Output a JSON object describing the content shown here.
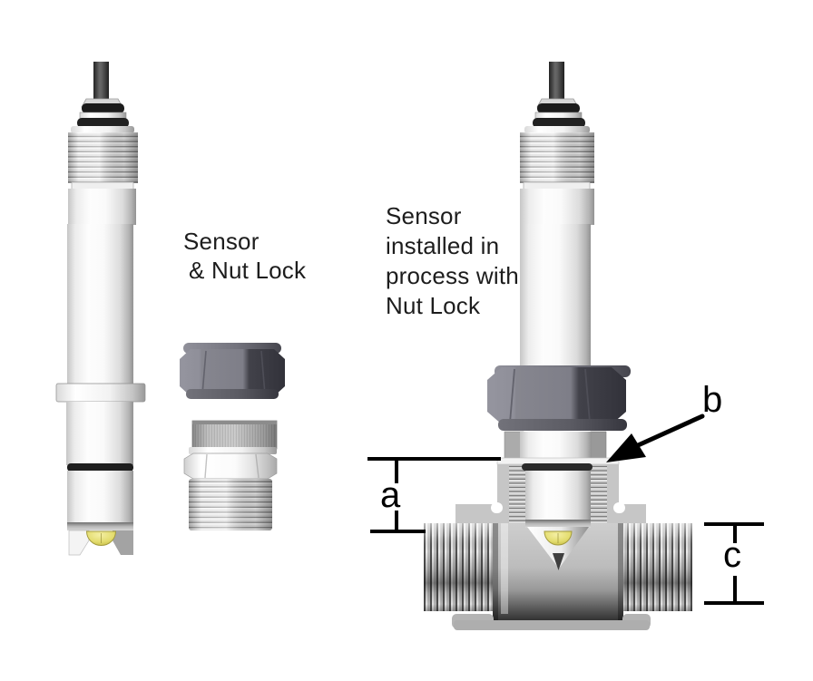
{
  "diagram": {
    "type": "technical-illustration",
    "subject": "pH/process sensor with nut lock and tee-fitting installation",
    "left_figure_label": {
      "lines": [
        "Sensor",
        "& Nut Lock"
      ]
    },
    "right_figure_label": {
      "lines": [
        "Sensor",
        "installed in",
        "process with",
        "Nut Lock"
      ]
    },
    "dimension_labels": {
      "a": "a",
      "b": "b",
      "c": "c"
    },
    "colors": {
      "background": "#ffffff",
      "label_text": "#1d1d1d",
      "dimension_lines": "#000000",
      "sensor_body_white": "#fafafa",
      "nut_lock_light_facet": "#8f8f99",
      "nut_lock_center_facet": "#82828c",
      "nut_lock_dark_facet": "#36363d",
      "fitting_metal_gray": "#c6c6c6",
      "cable_gray": "#3f3f3f",
      "o_ring_black": "#1e1e1e",
      "sensor_dome_yellow": "#e0d95f"
    }
  }
}
